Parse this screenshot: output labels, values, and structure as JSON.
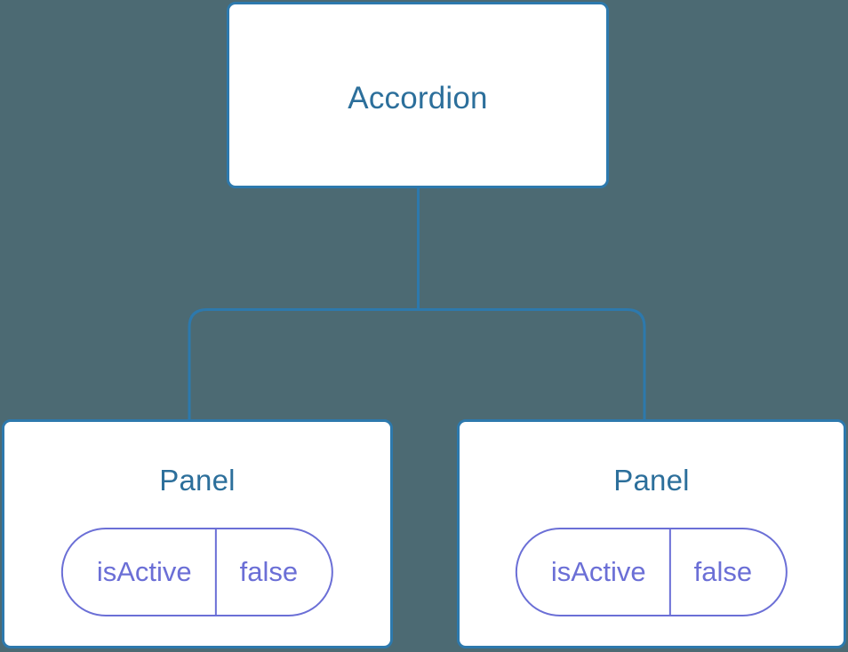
{
  "diagram": {
    "type": "component-tree",
    "background_color": "#4c6a73",
    "node_border_color": "#2d79ad",
    "node_fill_color": "#ffffff",
    "title_color": "#2c6f9b",
    "prop_color": "#6b6fd6",
    "connector_color": "#2d79ad",
    "root": {
      "label": "Accordion"
    },
    "children": [
      {
        "label": "Panel",
        "prop": {
          "key": "isActive",
          "value": "false"
        }
      },
      {
        "label": "Panel",
        "prop": {
          "key": "isActive",
          "value": "false"
        }
      }
    ]
  }
}
